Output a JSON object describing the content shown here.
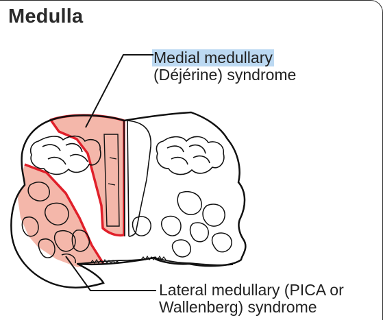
{
  "title": "Medulla",
  "labels": {
    "medial": {
      "line1": "Medial medullary",
      "line2": "(Déjérine) syndrome",
      "highlight": "#bcd9f2"
    },
    "lateral": {
      "line1": "Lateral medullary (PICA or",
      "line2": "Wallenberg) syndrome"
    }
  },
  "colors": {
    "lesion_fill": "#f4b7aa",
    "lesion_border": "#e0202a",
    "outline": "#111111",
    "text": "#222222"
  }
}
